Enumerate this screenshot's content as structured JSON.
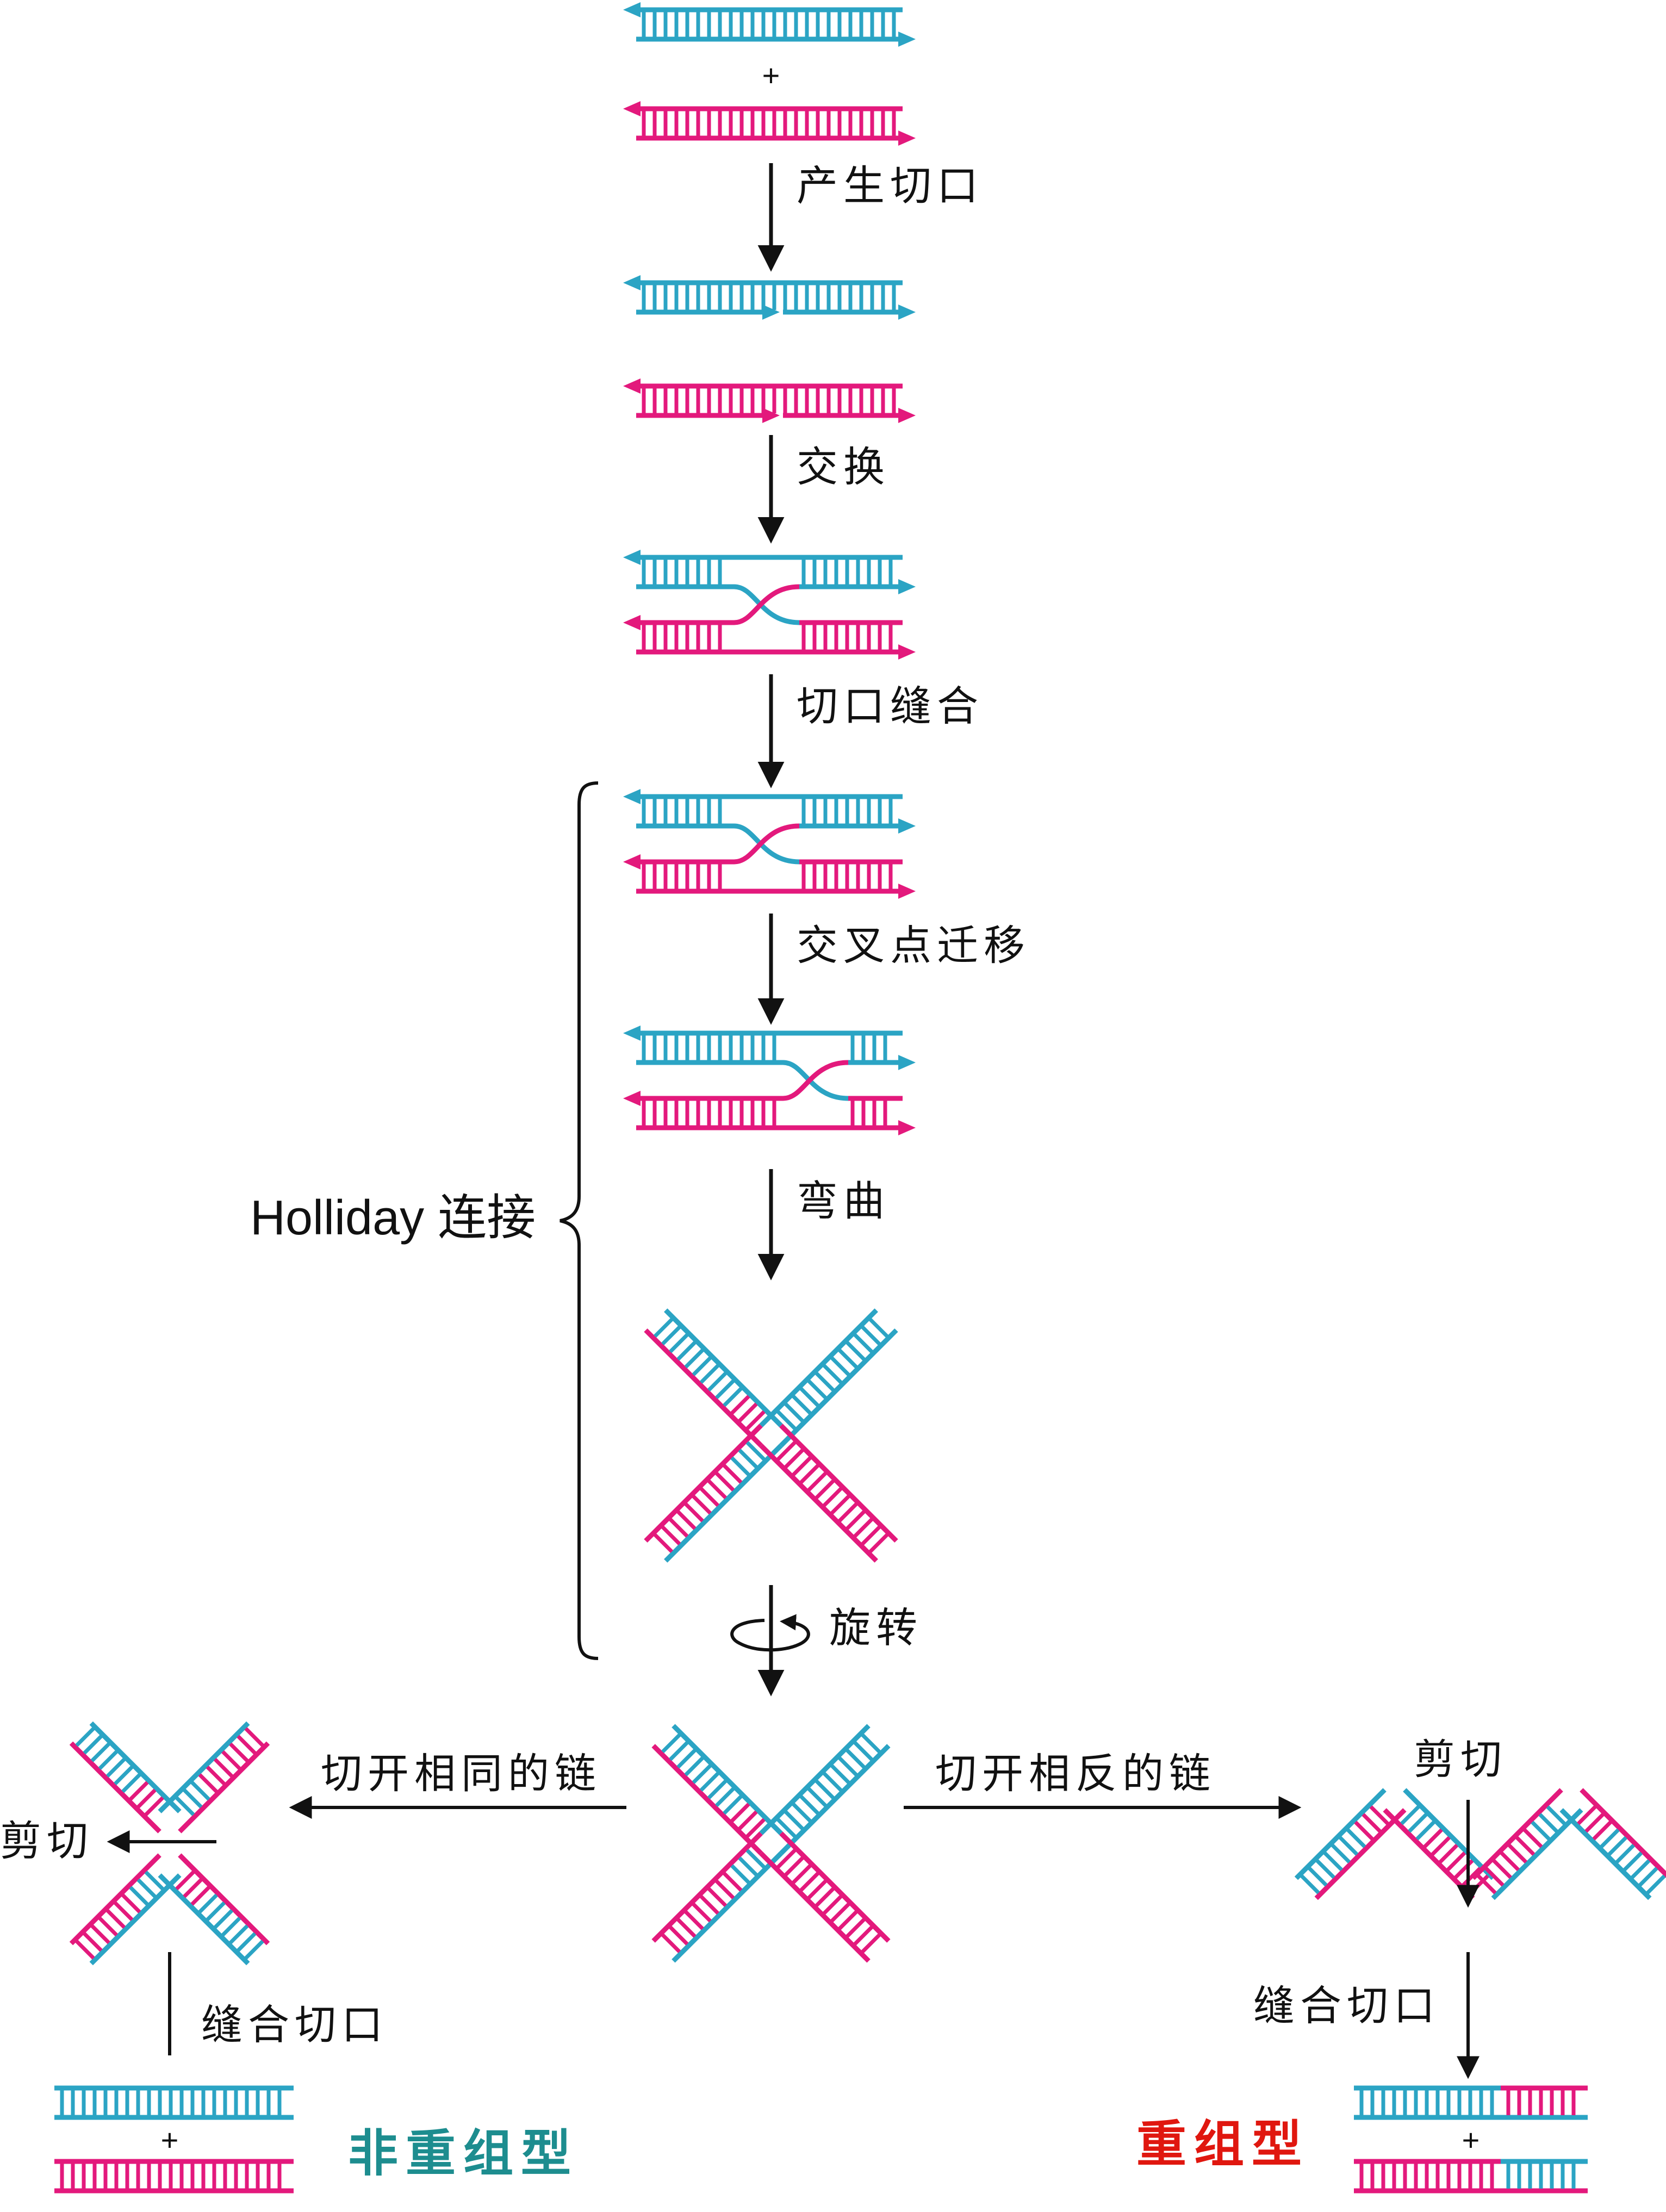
{
  "colors": {
    "strand_a": "#2ba4c4",
    "strand_b": "#e3197c",
    "tag_nonrecombinant": "#1d8d8f",
    "tag_recombinant": "#e0170f",
    "arrow": "#111111"
  },
  "labels": {
    "plus": "+",
    "step_nick": "产生切口",
    "step_exchange": "交换",
    "step_ligate": "切口缝合",
    "step_migrate": "交叉点迁移",
    "step_bend": "弯曲",
    "step_rotate": "旋转",
    "holliday": "Holliday 连接",
    "cut_same": "切开相同的链",
    "cut_opposite": "切开相反的链",
    "shear_left": "剪切",
    "shear_right": "剪切",
    "ligate_left": "缝合切口",
    "ligate_right": "缝合切口",
    "nonrecombinant": "非重组型",
    "recombinant": "重组型"
  }
}
